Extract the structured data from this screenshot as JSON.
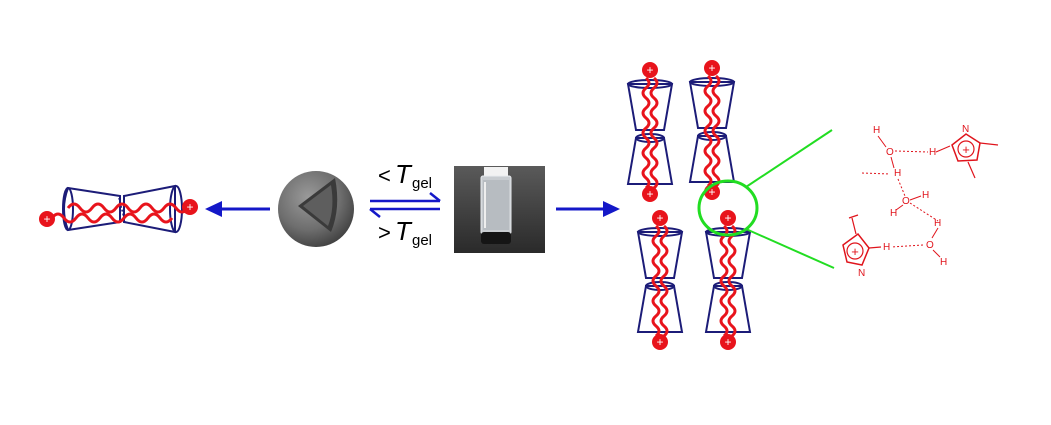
{
  "colors": {
    "chain": "#e8141c",
    "cd_outline": "#1c1c78",
    "arrow": "#1418c8",
    "zoom": "#22dd22",
    "chem": "#e0141c",
    "bead": "#e8141c"
  },
  "conditions": {
    "below_prefix": "<",
    "below_symbol": "T",
    "below_subscript": "gel",
    "above_prefix": ">",
    "above_symbol": "T",
    "above_subscript": "gel"
  },
  "symbols": {
    "plus": "+"
  },
  "chem_labels": {
    "H": "H",
    "O": "O",
    "N": "N"
  }
}
